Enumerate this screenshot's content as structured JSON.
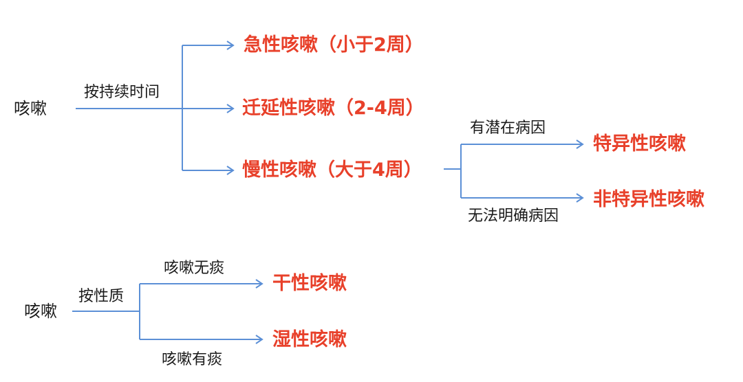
{
  "diagram1": {
    "root": "咳嗽",
    "edge_label": "按持续时间",
    "nodes": {
      "acute": "急性咳嗽（小于2周）",
      "subacute": "迁延性咳嗽（2-4周）",
      "chronic": "慢性咳嗽（大于4周）"
    },
    "chronic_branches": {
      "with_cause_label": "有潜在病因",
      "with_cause_node": "特异性咳嗽",
      "without_cause_label": "无法明确病因",
      "without_cause_node": "非特异性咳嗽"
    }
  },
  "diagram2": {
    "root": "咳嗽",
    "edge_label": "按性质",
    "dry_label": "咳嗽无痰",
    "dry_node": "干性咳嗽",
    "wet_label": "咳嗽有痰",
    "wet_node": "湿性咳嗽"
  },
  "colors": {
    "line": "#5b8fd6",
    "highlight": "#e8402a",
    "text": "#1a1a1a"
  }
}
